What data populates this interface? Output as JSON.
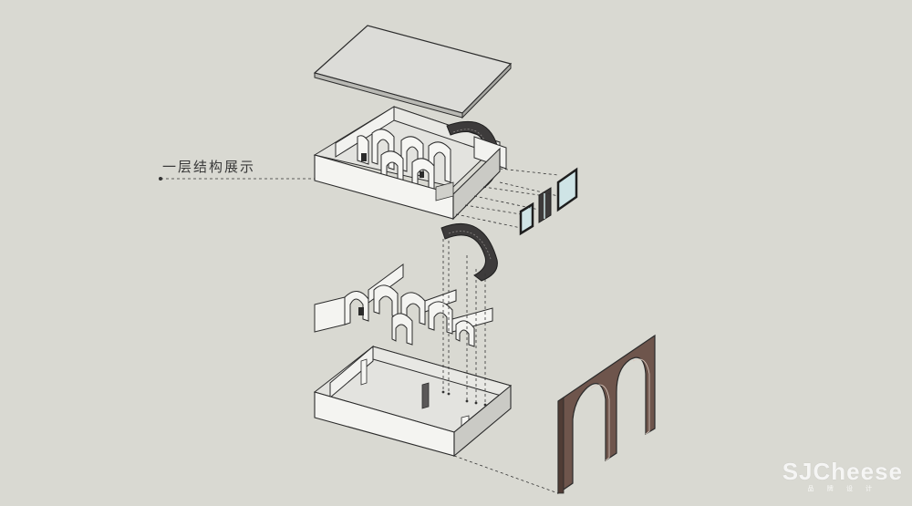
{
  "callout_label": "一层结构展示",
  "watermark": {
    "brand": "SJCheese",
    "sub": "品 牌 设 计"
  },
  "colors": {
    "background": "#d9d9d2",
    "wall_white": "#f2f2ef",
    "wall_shade": "#c9c9c4",
    "floor": "#e3e3df",
    "outline": "#2b2b2b",
    "stair_dark": "#3d3b3b",
    "arch_brown": "#6e554c",
    "glass": "#cfe4e6"
  }
}
